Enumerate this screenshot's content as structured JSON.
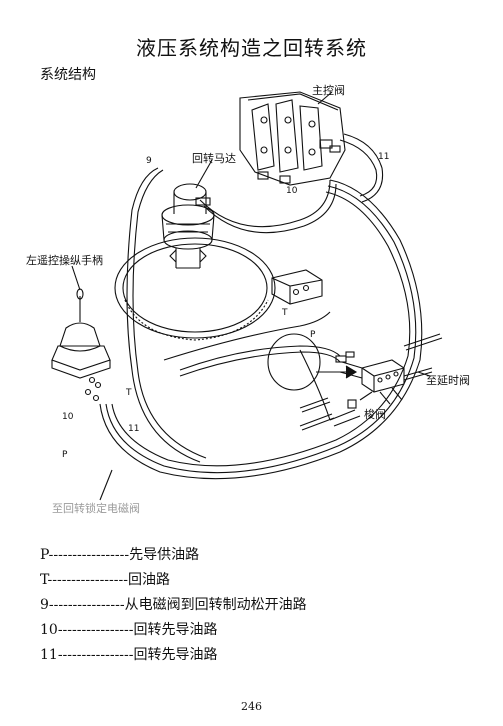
{
  "page": {
    "title": "液压系统构造之回转系统",
    "subtitle": "系统结构",
    "page_number": "246"
  },
  "diagram": {
    "labels": {
      "main_valve": "主控阀",
      "swing_motor": "回转马达",
      "left_handle": "左遥控操纵手柄",
      "delay_valve": "至延时阀",
      "shuttle_valve": "梭阀",
      "solenoid_valve": "至回转锁定电磁阀"
    },
    "letters": {
      "p_left": "P",
      "t_left": "T",
      "n10_left": "10",
      "n11_left": "11",
      "n9_top": "9",
      "n11_top": "11",
      "p_mid": "P",
      "t_mid": "T",
      "n10_mid": "10"
    }
  },
  "legend": [
    "P-----------------先导供油路",
    "T-----------------回油路",
    " 9----------------从电磁阀到回转制动松开油路",
    "10----------------回转先导油路",
    "11----------------回转先导油路"
  ]
}
